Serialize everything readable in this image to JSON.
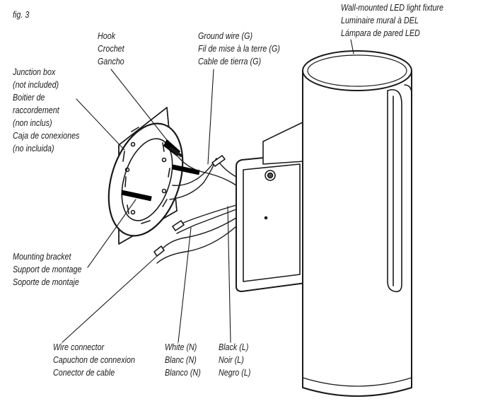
{
  "figure": {
    "label": "fig. 3"
  },
  "labels": {
    "fixture": [
      "Wall-mounted LED light fixture",
      "Luminaire mural à DEL",
      "Lámpara de pared LED"
    ],
    "hook": [
      "Hook",
      "Crochet",
      "Gancho"
    ],
    "ground": [
      "Ground wire (G)",
      "Fil de mise à la terre (G)",
      "Cable de tierra (G)"
    ],
    "junction": [
      "Junction box",
      "(not included)",
      "Boitier de",
      "raccordement",
      "(non inclus)",
      "Caja de conexiones",
      "(no incluida)"
    ],
    "bracket": [
      "Mounting bracket",
      "Support de montage",
      "Soporte de montaje"
    ],
    "connector": [
      "Wire connector",
      "Capuchon de connexion",
      "Conector de cable"
    ],
    "white": [
      "White (N)",
      "Blanc (N)",
      "Blanco (N)"
    ],
    "black": [
      "Black (L)",
      "Noir (L)",
      "Negro (L)"
    ]
  }
}
